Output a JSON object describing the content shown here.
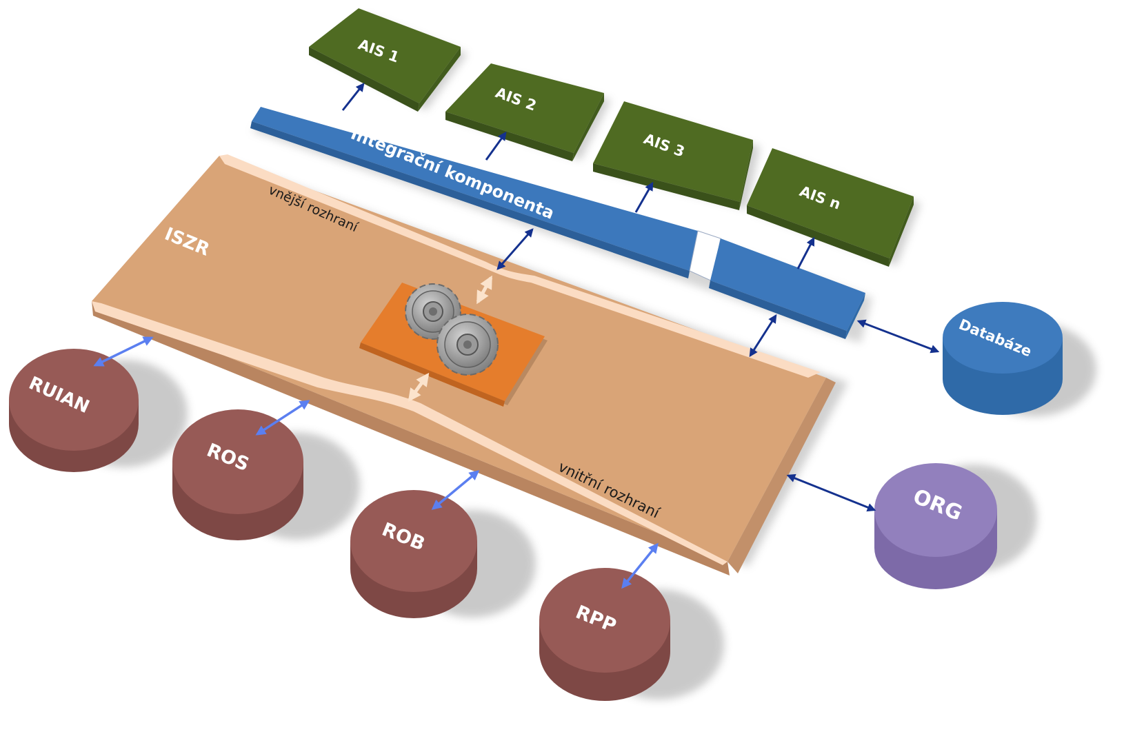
{
  "colors": {
    "ais_box": "#4f6b22",
    "integration_bar": "#3c78bc",
    "iszr_plate": "#d9a477",
    "core_block": "#e57d2c",
    "registry_cylinder": "#975a56",
    "database_cylinder": "#3e7bbe",
    "org_cylinder": "#9280bd",
    "arrow_dark": "#14318e",
    "arrow_light": "#5b7ff0"
  },
  "ais": [
    "AIS 1",
    "AIS 2",
    "AIS 3",
    "AIS n"
  ],
  "integration": {
    "label": "Integrační komponenta"
  },
  "iszr": {
    "label": "ISZR",
    "outer_interface": "vnější rozhraní",
    "inner_interface": "vnitřní rozhraní",
    "core_icon": "gears-icon"
  },
  "registries": [
    "RUIAN",
    "ROS",
    "ROB",
    "RPP"
  ],
  "database": {
    "label": "Databáze"
  },
  "org": {
    "label": "ORG"
  }
}
